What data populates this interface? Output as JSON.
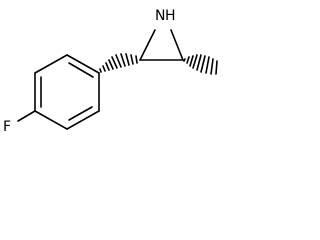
{
  "molecule": {
    "atoms": {
      "fluorine": "F",
      "nitrogen": "N",
      "hydrogen": "H"
    },
    "colors": {
      "bond": "#000000",
      "label": "#000000",
      "background": "#ffffff"
    }
  }
}
